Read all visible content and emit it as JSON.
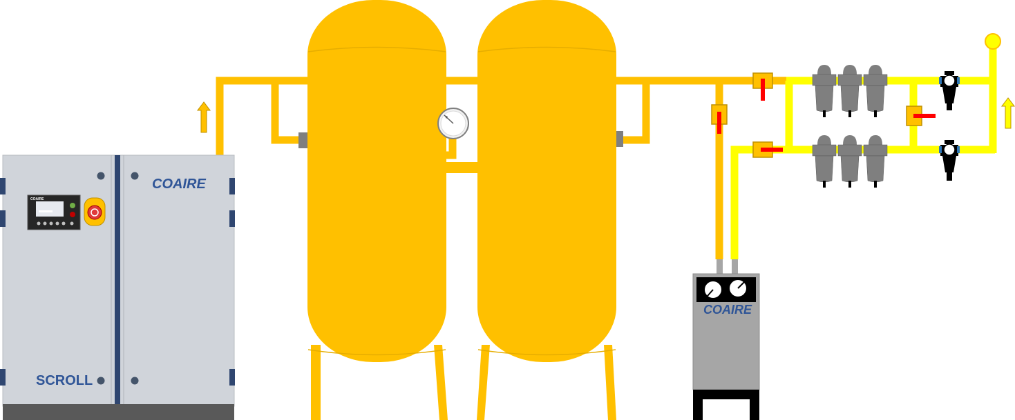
{
  "compressor": {
    "brand_label": "COAIRE",
    "model_label": "SCROLL",
    "controller_brand": "COAIRE"
  },
  "dryer": {
    "brand_label": "COAIRE"
  },
  "colors": {
    "tank": "#ffc000",
    "pipe_compressed": "#ffc000",
    "pipe_dry": "#ffff00",
    "cabinet": "#d0d4da",
    "dryer_body": "#a6a6a6",
    "brand_text": "#2f5597",
    "valve_indicator": "#ff0000",
    "filter": "#7f7f7f"
  },
  "icons": {
    "flow_arrow": "up-arrow-icon",
    "pressure_gauge": "pressure-gauge-icon",
    "emergency_stop": "emergency-stop-icon",
    "outlet": "outlet-point-icon"
  }
}
